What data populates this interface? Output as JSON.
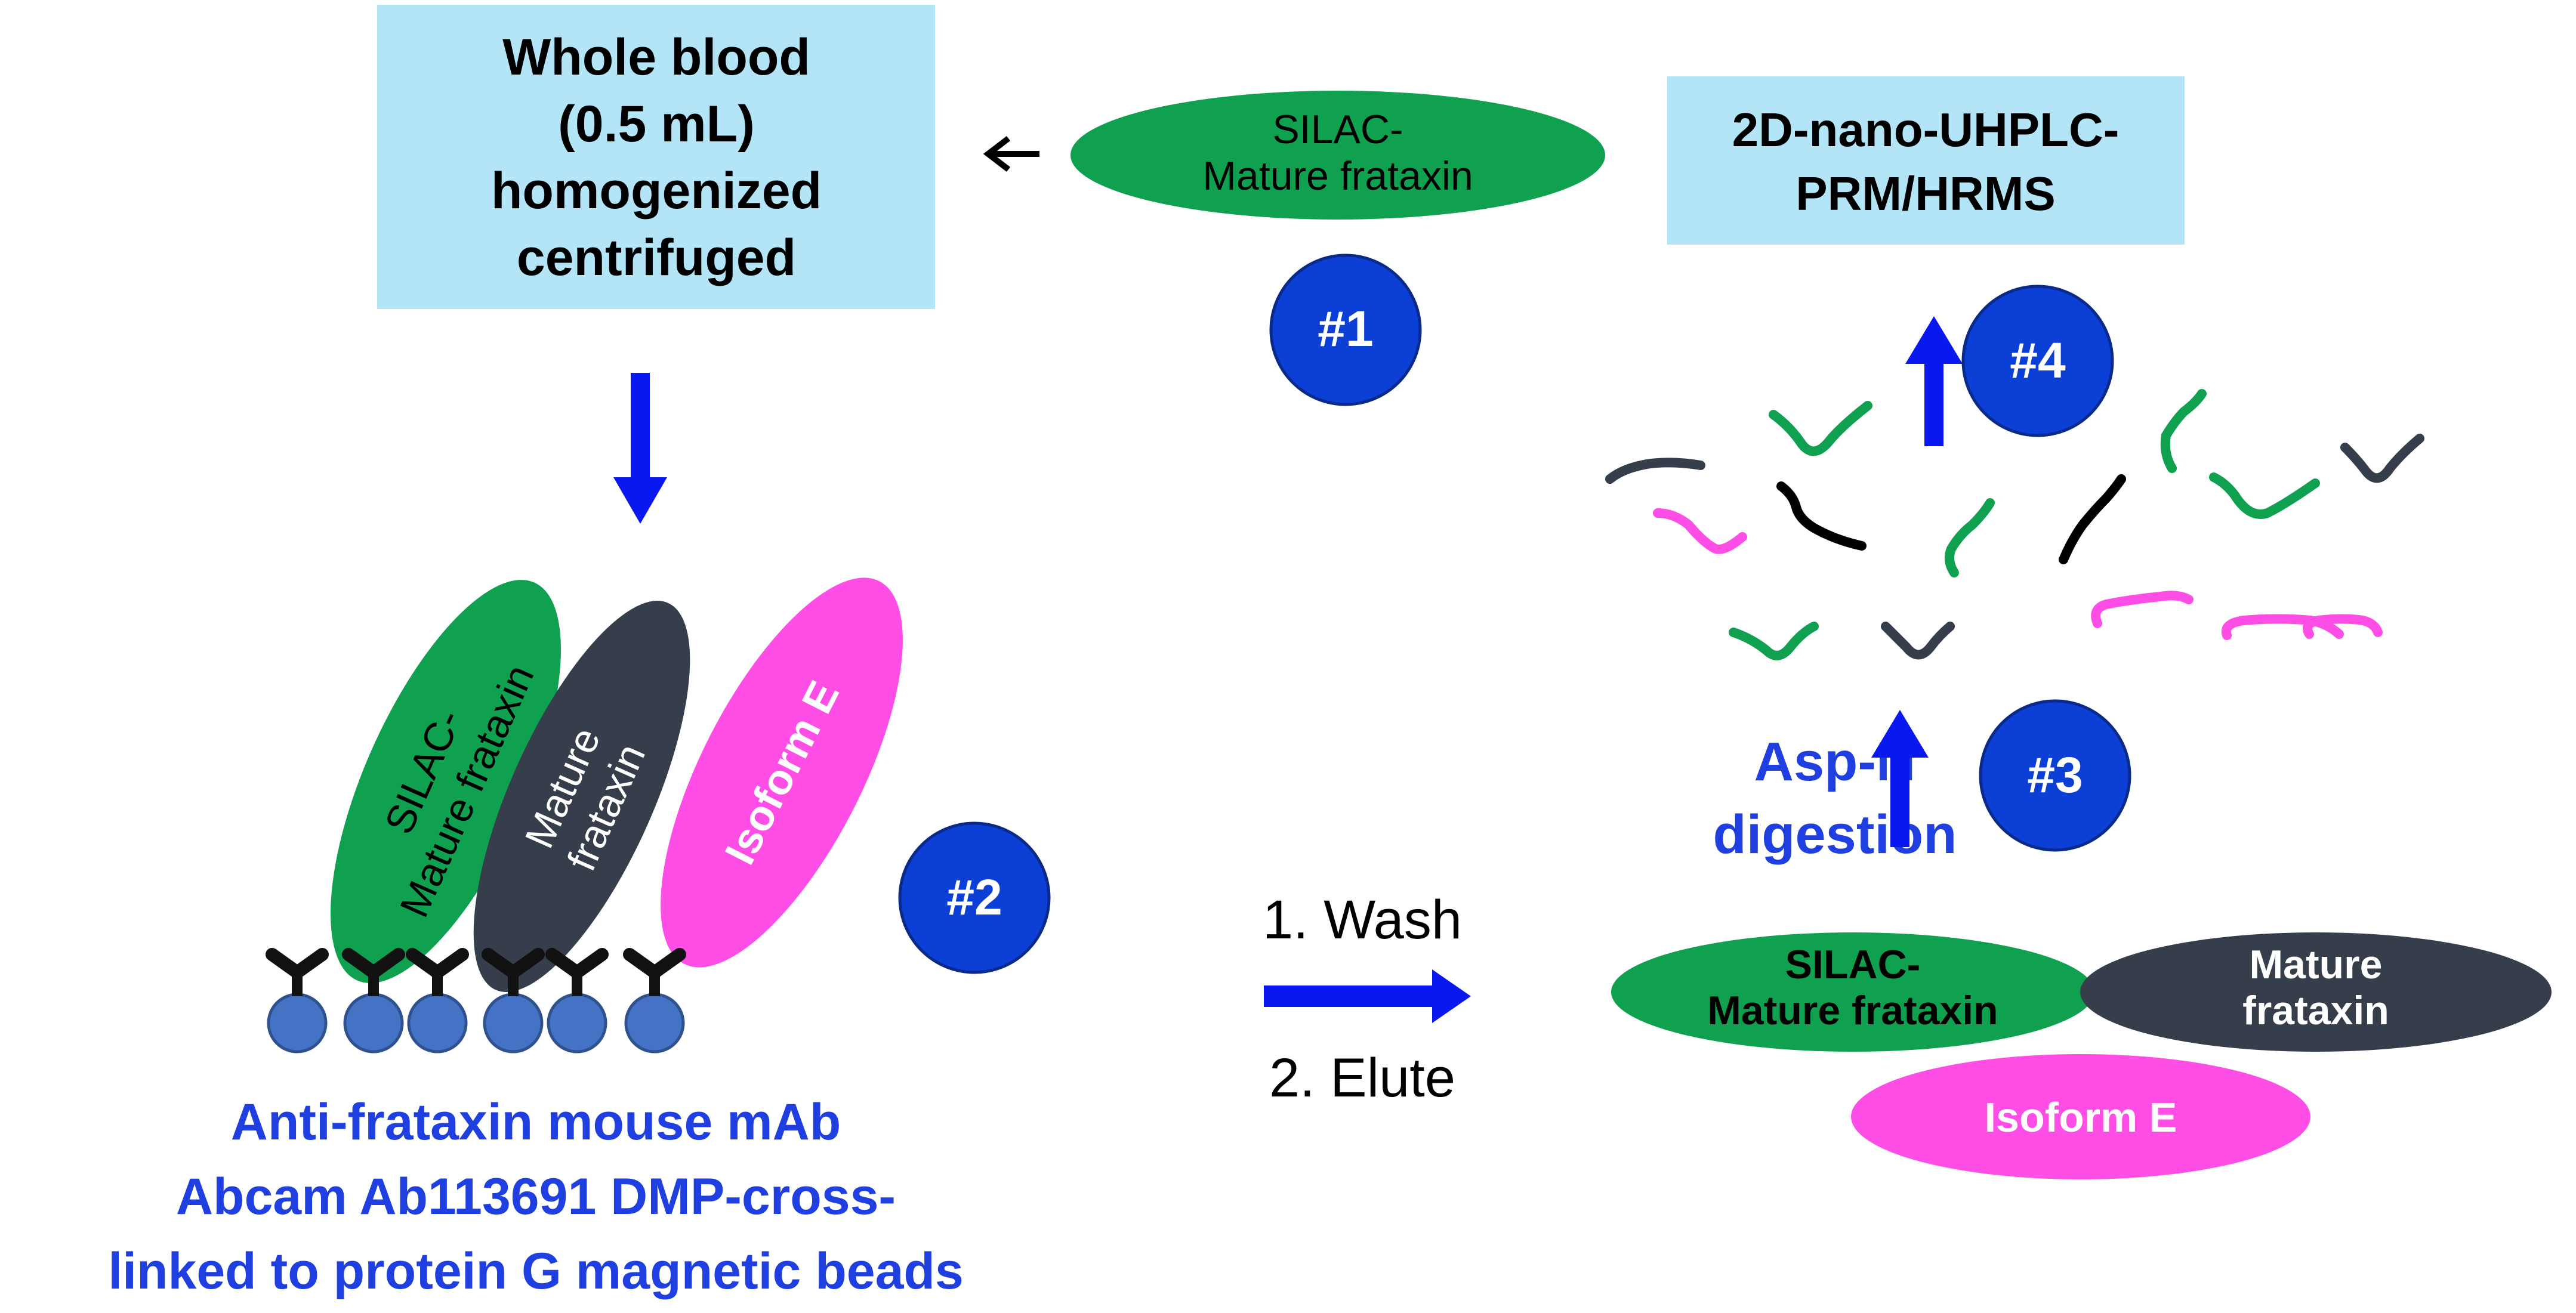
{
  "colors": {
    "box_fill": "#b3e5f7",
    "green": "#0fa14f",
    "dark": "#363e4b",
    "pink": "#ff4ee6",
    "step_blue": "#0b3fd6",
    "arrow_blue": "#0a18f0",
    "label_blue": "#1f3fe0",
    "bead_blue": "#4472c4",
    "black": "#000000",
    "white": "#ffffff"
  },
  "top_box": {
    "lines": [
      "Whole blood",
      "(0.5 mL)",
      "homogenized",
      "centrifuged"
    ]
  },
  "silac_top": {
    "lines": [
      "SILAC-",
      "Mature frataxin"
    ]
  },
  "step1": {
    "label": "#1"
  },
  "step2": {
    "label": "#2"
  },
  "step3": {
    "label": "#3"
  },
  "step4": {
    "label": "#4"
  },
  "ms_box": {
    "lines": [
      "2D-nano-UHPLC-",
      "PRM/HRMS"
    ]
  },
  "bound": {
    "silac_lines": [
      "SILAC-",
      "Mature frataxin"
    ],
    "mature_lines": [
      "Mature",
      "frataxin"
    ],
    "isoform_label": "Isoform E"
  },
  "antibody_caption": {
    "lines": [
      "Anti-frataxin mouse mAb",
      "Abcam Ab113691 DMP-cross-",
      "linked to protein G magnetic beads"
    ]
  },
  "wash_step": {
    "line1": "1. Wash",
    "line2": "2. Elute"
  },
  "eluted": {
    "silac_lines": [
      "SILAC-",
      "Mature frataxin"
    ],
    "mature_lines": [
      "Mature",
      "frataxin"
    ],
    "isoform_label": "Isoform E"
  },
  "digestion": {
    "lines": [
      "Asp-N",
      "digestion"
    ]
  },
  "peptides": [
    {
      "color": "green"
    },
    {
      "color": "green"
    },
    {
      "color": "green"
    },
    {
      "color": "green"
    },
    {
      "color": "green"
    },
    {
      "color": "dark"
    },
    {
      "color": "dark"
    },
    {
      "color": "dark"
    },
    {
      "color": "black"
    },
    {
      "color": "black"
    },
    {
      "color": "pink"
    },
    {
      "color": "pink"
    },
    {
      "color": "pink"
    },
    {
      "color": "pink"
    }
  ]
}
